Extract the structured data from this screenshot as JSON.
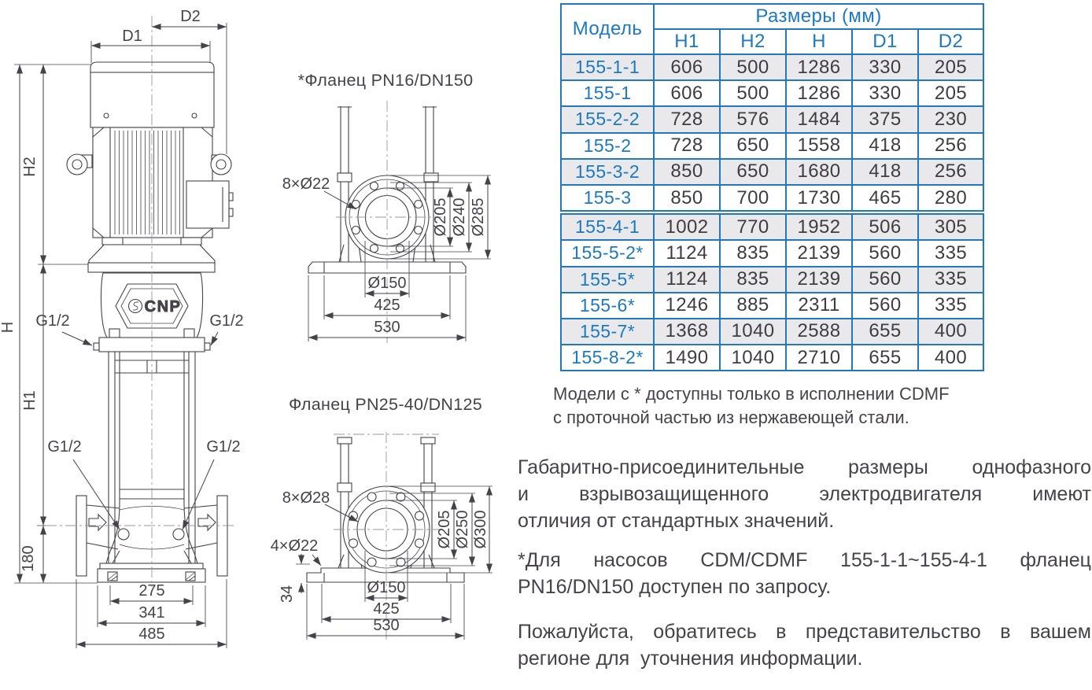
{
  "colors": {
    "accent": "#2277bd",
    "row_alt": "#e9e9ec",
    "ink": "#45424a"
  },
  "pump_drawing": {
    "logo_text": "CNP",
    "dim_labels": {
      "d1": "D1",
      "d2": "D2",
      "h": "H",
      "h1": "H1",
      "h2": "H2",
      "base_height": "180",
      "bolt_span": "275",
      "base_width": "341",
      "overall_width": "485",
      "g_top_left": "G1/2",
      "g_top_right": "G1/2",
      "g_bottom_left": "G1/2",
      "g_bottom_right": "G1/2"
    }
  },
  "flange_pn16": {
    "title": "*Фланец PN16/DN150",
    "labels": {
      "bolt_holes": "8×Ø22",
      "face": "Ø205",
      "bolt_circle": "Ø240",
      "outer": "Ø285",
      "bore": "Ø150",
      "mid_width": "425",
      "base_width": "530"
    }
  },
  "flange_pn25": {
    "title": "Фланец PN25-40/DN125",
    "labels": {
      "bolt_holes": "8×Ø28",
      "anchor_holes": "4×Ø22",
      "plate_thickness": "34",
      "face": "Ø205",
      "bolt_circle": "Ø250",
      "outer": "Ø300",
      "bore": "Ø150",
      "mid_width": "425",
      "base_width": "530"
    }
  },
  "table": {
    "col_model": "Модель",
    "col_sizes": "Размеры (мм)",
    "sub_columns": [
      "H1",
      "H2",
      "H",
      "D1",
      "D2"
    ],
    "rows": [
      {
        "model": "155-1-1",
        "h1": "606",
        "h2": "500",
        "h": "1286",
        "d1": "330",
        "d2": "205"
      },
      {
        "model": "155-1",
        "h1": "606",
        "h2": "500",
        "h": "1286",
        "d1": "330",
        "d2": "205"
      },
      {
        "model": "155-2-2",
        "h1": "728",
        "h2": "576",
        "h": "1484",
        "d1": "375",
        "d2": "230"
      },
      {
        "model": "155-2",
        "h1": "728",
        "h2": "650",
        "h": "1558",
        "d1": "418",
        "d2": "256"
      },
      {
        "model": "155-3-2",
        "h1": "850",
        "h2": "650",
        "h": "1680",
        "d1": "418",
        "d2": "256"
      },
      {
        "model": "155-3",
        "h1": "850",
        "h2": "700",
        "h": "1730",
        "d1": "465",
        "d2": "280"
      },
      {
        "model": "155-4-1",
        "h1": "1002",
        "h2": "770",
        "h": "1952",
        "d1": "506",
        "d2": "305"
      },
      {
        "model": "155-5-2*",
        "h1": "1124",
        "h2": "835",
        "h": "2139",
        "d1": "560",
        "d2": "335"
      },
      {
        "model": "155-5*",
        "h1": "1124",
        "h2": "835",
        "h": "2139",
        "d1": "560",
        "d2": "335"
      },
      {
        "model": "155-6*",
        "h1": "1246",
        "h2": "885",
        "h": "2311",
        "d1": "560",
        "d2": "335"
      },
      {
        "model": "155-7*",
        "h1": "1368",
        "h2": "1040",
        "h": "2588",
        "d1": "655",
        "d2": "400"
      },
      {
        "model": "155-8-2*",
        "h1": "1490",
        "h2": "1040",
        "h": "2710",
        "d1": "655",
        "d2": "400"
      }
    ]
  },
  "notes": {
    "table_note_lines": [
      "Модели с * доступны только в исполнении CDMF",
      "с проточной частью из нержавеющей стали."
    ],
    "paragraph1_lines": [
      "Габаритно-присоединительные размеры однофазного",
      "и взрывозащищенного электродвигателя имеют",
      "отличия от стандартных значений."
    ],
    "paragraph2_lines": [
      "*Для насосов CDM/CDMF 155-1-1~155-4-1 фланец",
      "PN16/DN150 доступен по запросу."
    ],
    "paragraph3_lines": [
      "Пожалуйста, обратитесь в представительство в вашем",
      "регионе для  уточнения информации."
    ]
  }
}
